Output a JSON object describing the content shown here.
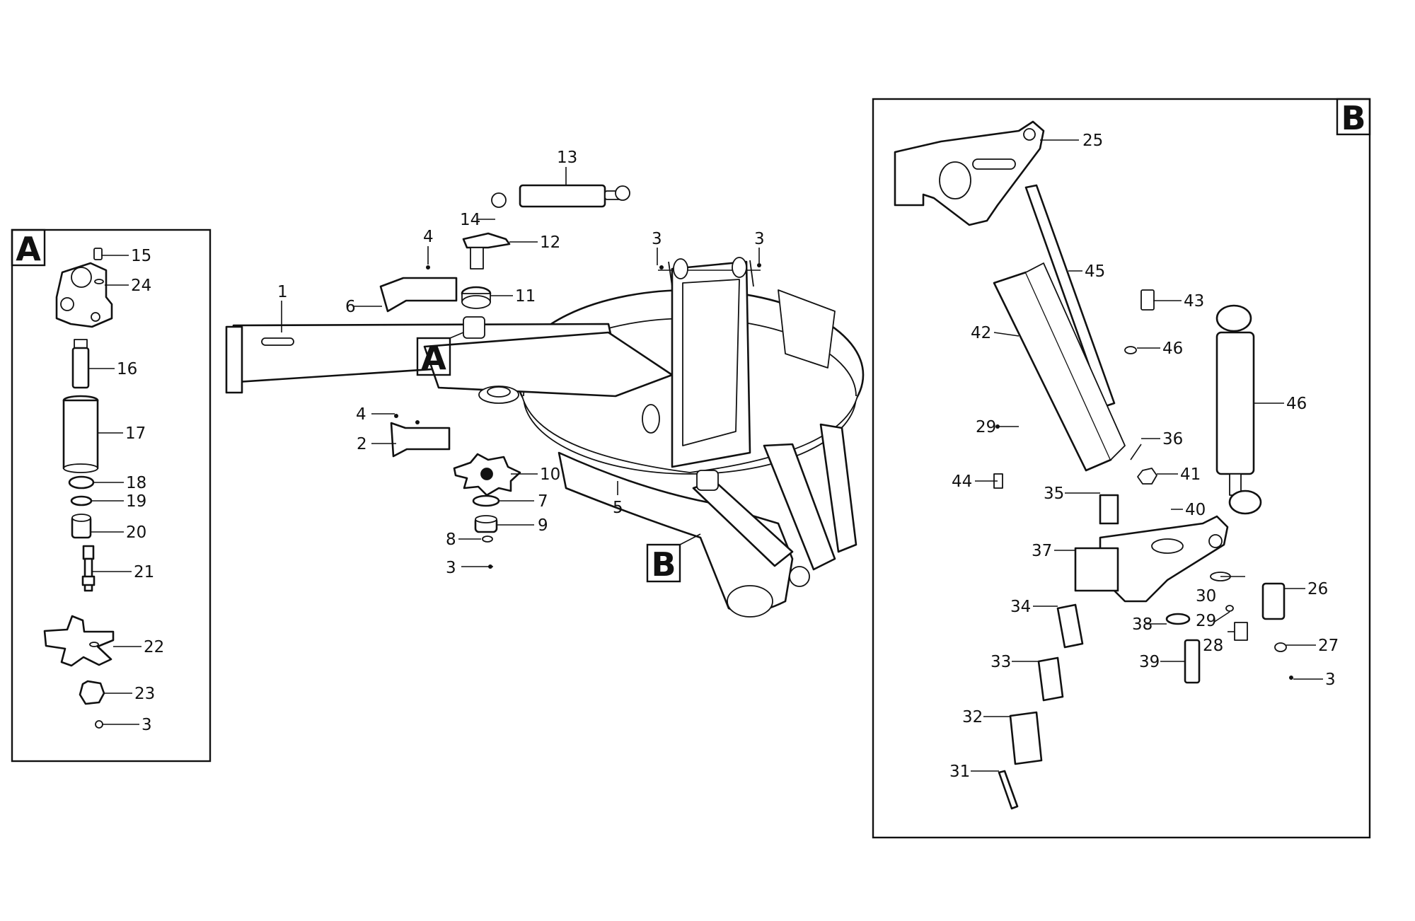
{
  "sections": {
    "a": {
      "label": "A"
    },
    "b": {
      "label": "B"
    }
  },
  "main_view": {
    "detail_markers": [
      {
        "label": "A"
      },
      {
        "label": "B"
      }
    ],
    "callouts": [
      "1",
      "2",
      "3",
      "3",
      "3",
      "4",
      "4",
      "5",
      "6",
      "7",
      "8",
      "9",
      "10",
      "11",
      "12",
      "13",
      "14"
    ]
  },
  "detail_a": {
    "callouts": [
      "15",
      "24",
      "16",
      "17",
      "18",
      "19",
      "20",
      "21",
      "22",
      "23",
      "3"
    ]
  },
  "detail_b": {
    "callouts": [
      "25",
      "45",
      "43",
      "42",
      "46",
      "46",
      "29",
      "36",
      "41",
      "44",
      "35",
      "40",
      "37",
      "34",
      "30",
      "26",
      "29",
      "38",
      "28",
      "27",
      "39",
      "33",
      "3",
      "32",
      "31"
    ]
  }
}
